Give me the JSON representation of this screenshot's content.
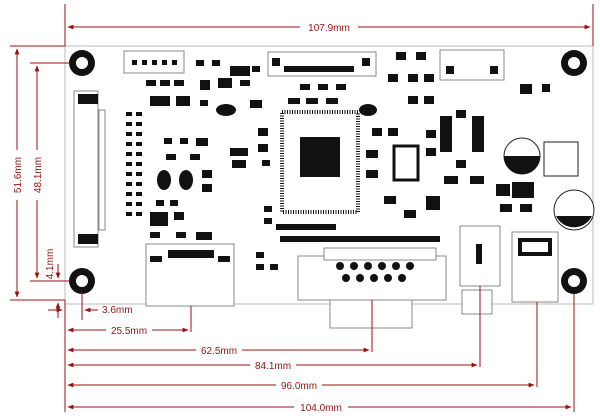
{
  "board": {
    "title": "PCB mechanical dimension drawing",
    "colors": {
      "dimension": "#9b1111",
      "copper": "#111111",
      "outline": "#999999",
      "background": "#ffffff"
    }
  },
  "dimensions": {
    "top_width": "107.9mm",
    "height_total": "51.6mm",
    "height_holes": "48.1mm",
    "hole_offset_y": "4.1mm",
    "hole_offset_x": "3.6mm",
    "to_hdmi": "25.5mm",
    "to_vga": "62.5mm",
    "to_switch": "84.1mm",
    "to_power": "96.0mm",
    "holes_width": "104.0mm"
  }
}
